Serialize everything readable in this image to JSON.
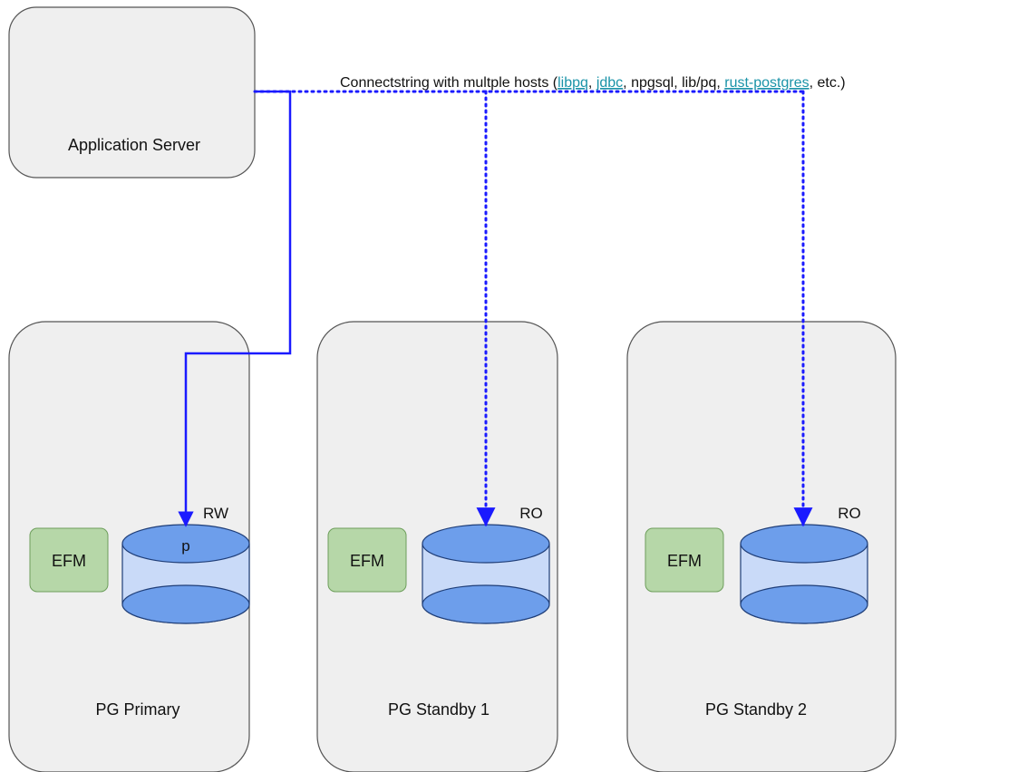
{
  "colors": {
    "box_fill": "#efefef",
    "box_stroke": "#555555",
    "efm_fill": "#b6d7a8",
    "efm_stroke": "#6d9e5b",
    "db_top": "#6d9eeb",
    "db_body": "#c9daf8",
    "db_stroke": "#1f3e78",
    "connector": "#1a1aff",
    "link_text": "#1a93a8"
  },
  "app_server": {
    "label": "Application Server"
  },
  "connect_label": {
    "prefix": "Connectstring with multple hosts (",
    "libpq": "libpq",
    "sep1": ", ",
    "jdbc": "jdbc",
    "mid": ", npgsql, lib/pq, ",
    "rust": "rust-postgres",
    "suffix": ", etc.)"
  },
  "nodes": [
    {
      "label": "PG Primary",
      "efm": "EFM",
      "mode": "RW",
      "db_label": "p"
    },
    {
      "label": "PG Standby 1",
      "efm": "EFM",
      "mode": "RO",
      "db_label": ""
    },
    {
      "label": "PG Standby 2",
      "efm": "EFM",
      "mode": "RO",
      "db_label": ""
    }
  ]
}
